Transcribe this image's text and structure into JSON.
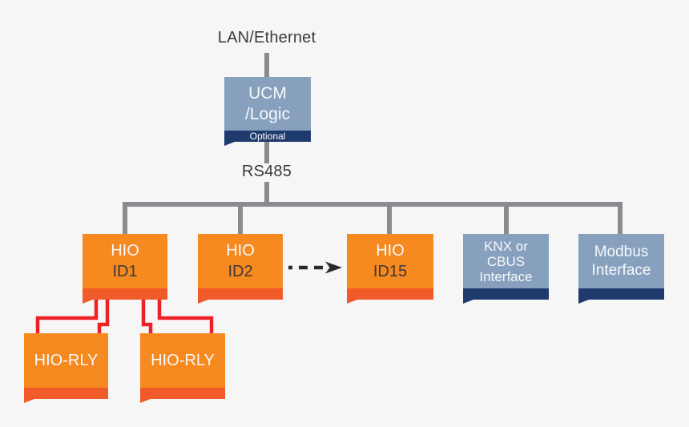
{
  "labels": {
    "lan": "LAN/Ethernet",
    "rs485": "RS485"
  },
  "nodes": {
    "ucm": {
      "line1": "UCM",
      "line2": "/Logic",
      "ribbon": "Optional"
    },
    "hio1": {
      "line1": "HIO",
      "line2": "ID1"
    },
    "hio2": {
      "line1": "HIO",
      "line2": "ID2"
    },
    "hio15": {
      "line1": "HIO",
      "line2": "ID15"
    },
    "knx": {
      "line1": "KNX or",
      "line2": "CBUS",
      "line3": "Interface"
    },
    "modbus": {
      "line1": "Modbus",
      "line2": "Interface"
    },
    "rly1": {
      "line1": "HIO-RLY"
    },
    "rly2": {
      "line1": "HIO-RLY"
    }
  },
  "colors": {
    "background": "#f6f6f6",
    "orange_body": "#f6891f",
    "orange_ribbon": "#f15a29",
    "blue_body": "#87a0be",
    "navy_ribbon": "#1f3a6d",
    "bus_gray": "#8a8b8e",
    "wire_red": "#ec2227",
    "text_dark": "#3a393c",
    "text_light": "#ffffff"
  }
}
